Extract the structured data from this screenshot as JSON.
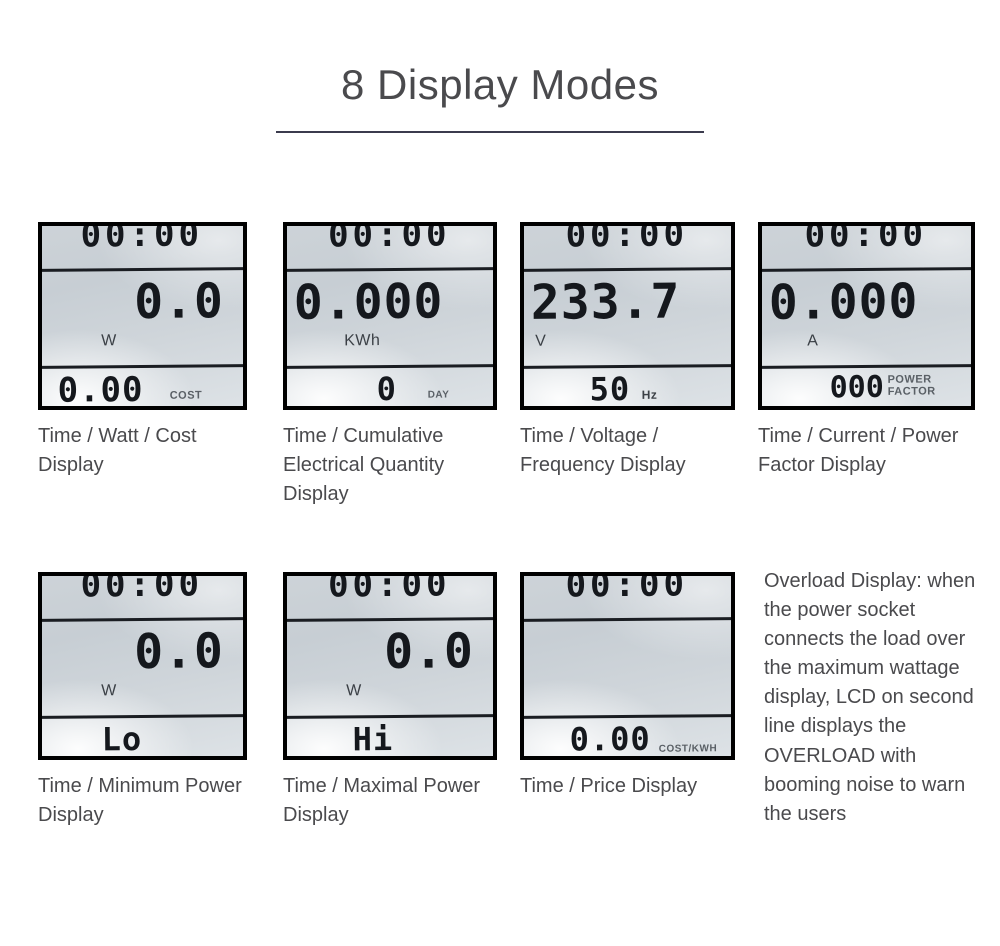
{
  "header": {
    "title": "8 Display Modes"
  },
  "modes": [
    {
      "id": "time-watt-cost",
      "caption": "Time / Watt / Cost Display",
      "lcd": {
        "time": "00:00",
        "main_value": "0.0",
        "unit": "W",
        "bottom_value": "0.00",
        "bottom_label": "COST"
      }
    },
    {
      "id": "time-cumulative-energy",
      "caption": "Time / Cumulative Electrical Quantity Display",
      "lcd": {
        "time": "00:00",
        "main_value": "0.000",
        "unit": "KWh",
        "bottom_value": "0",
        "bottom_label": "DAY"
      }
    },
    {
      "id": "time-voltage-frequency",
      "caption": "Time / Voltage / Frequency Display",
      "lcd": {
        "time": "00:00",
        "main_value": "233.7",
        "unit": "V",
        "bottom_value": "50",
        "bottom_label": "Hz"
      }
    },
    {
      "id": "time-current-power-factor",
      "caption": "Time / Current / Power Factor Display",
      "lcd": {
        "time": "00:00",
        "main_value": "0.000",
        "unit": "A",
        "bottom_value": "000",
        "bottom_label": "POWER FACTOR"
      }
    },
    {
      "id": "time-minimum-power",
      "caption": "Time / Minimum Power Display",
      "lcd": {
        "time": "00:00",
        "main_value": "0.0",
        "unit": "W",
        "bottom_value": "Lo",
        "bottom_label": ""
      }
    },
    {
      "id": "time-maximal-power",
      "caption": "Time / Maximal Power Display",
      "lcd": {
        "time": "00:00",
        "main_value": "0.0",
        "unit": "W",
        "bottom_value": "Hi",
        "bottom_label": ""
      }
    },
    {
      "id": "time-price",
      "caption": "Time / Price Display",
      "lcd": {
        "time": "00:00",
        "main_value": "",
        "unit": "",
        "bottom_value": "0.00",
        "bottom_label": "COST/KWH"
      }
    }
  ],
  "overload": {
    "text": "Overload Display: when the power socket connects the load over the maximum wattage display, LCD on second line displays the OVERLOAD with booming noise to warn the users"
  },
  "colors": {
    "text": "#4a4a4d",
    "rule": "#3b3b4d",
    "lcd_background": "#ccd2d8",
    "lcd_border": "#000000",
    "segment": "#15181d",
    "page_background": "#ffffff"
  }
}
